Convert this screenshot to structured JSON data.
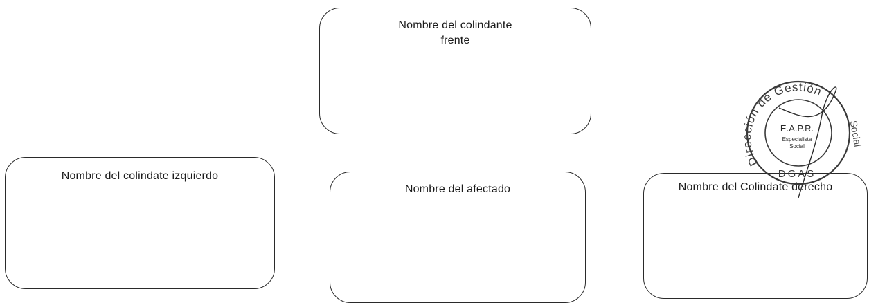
{
  "boxes": {
    "front": {
      "line1": "Nombre del colindante",
      "line2": "frente"
    },
    "left": {
      "label": "Nombre del colindate izquierdo"
    },
    "center": {
      "label": "Nombre del afectado"
    },
    "right": {
      "label": "Nombre del Colindate derecho"
    }
  },
  "stamp": {
    "ring_top": "Dirección de Gestión",
    "ring_right": "Social",
    "center_line1": "E.A.P.R.",
    "center_line2": "Especialista",
    "center_line3": "Social",
    "bottom": "DGAS"
  }
}
